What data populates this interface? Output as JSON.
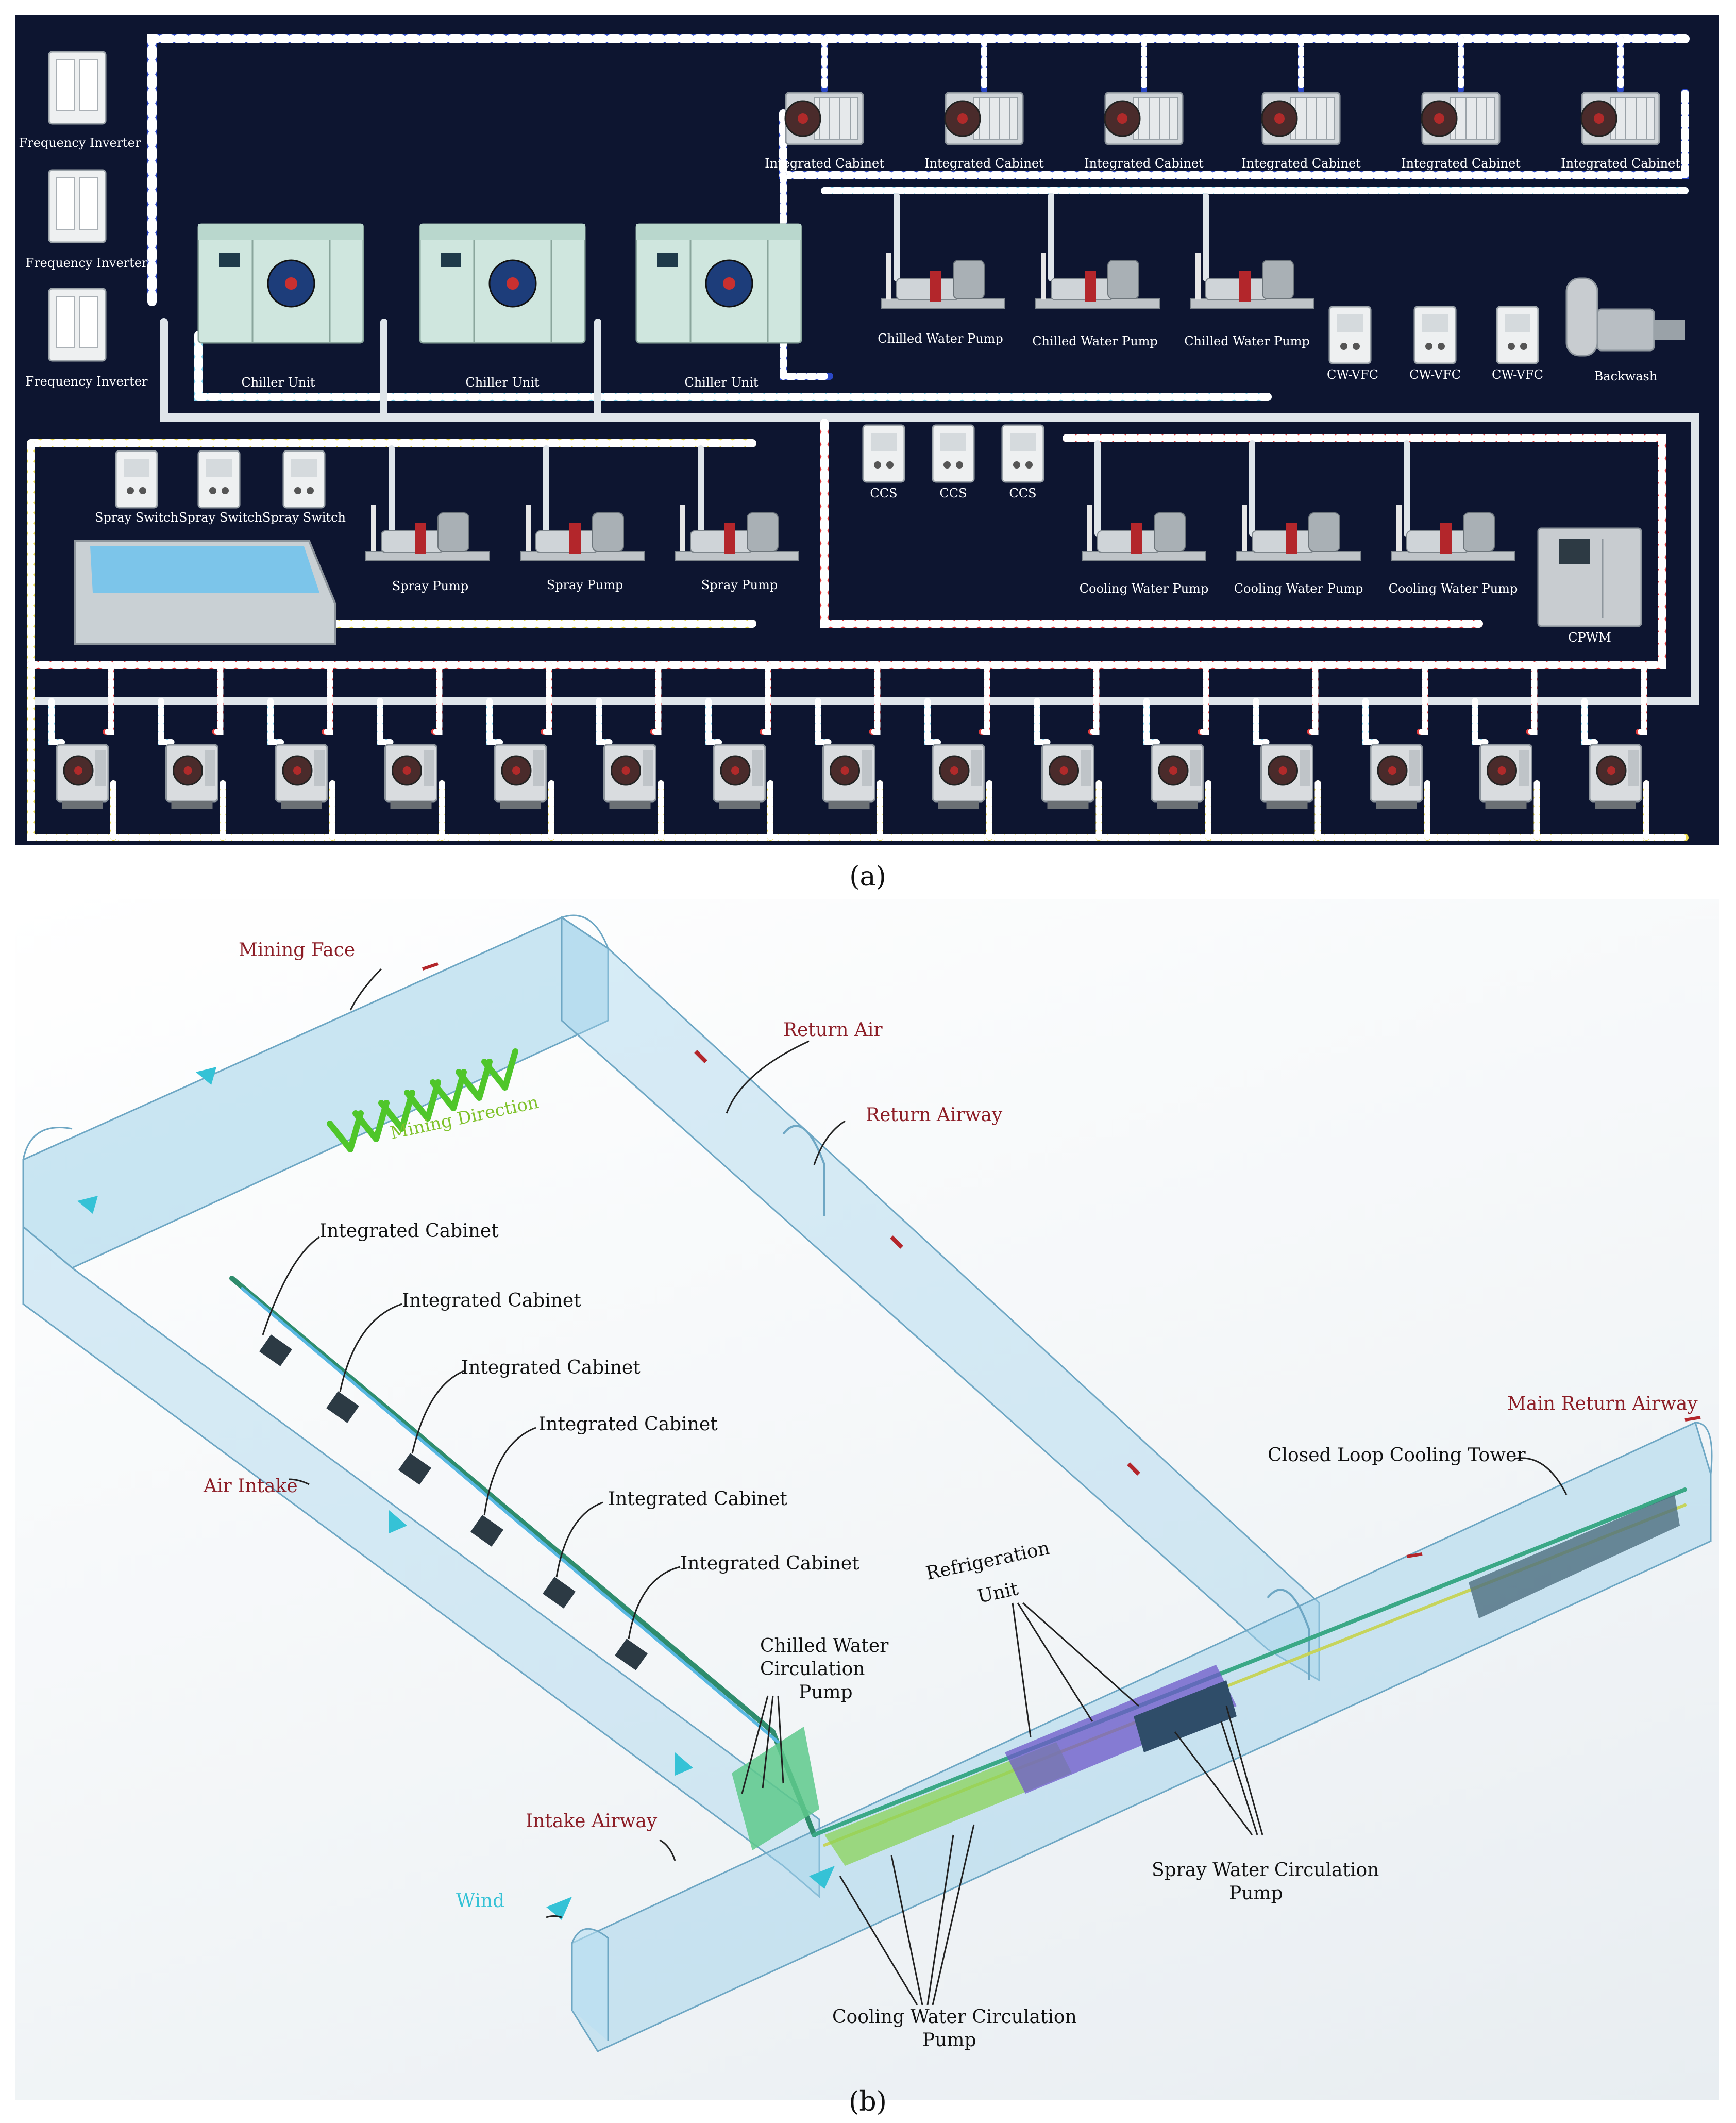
{
  "panel_a": {
    "caption": "(a)",
    "frequency_inverters": [
      "Frequency Inverter",
      "Frequency Inverter",
      "Frequency Inverter"
    ],
    "chillers": [
      "Chiller Unit",
      "Chiller Unit",
      "Chiller Unit"
    ],
    "integrated_cabinets": [
      "Integrated Cabinet",
      "Integrated Cabinet",
      "Integrated Cabinet",
      "Integrated Cabinet",
      "Integrated Cabinet",
      "Integrated Cabinet"
    ],
    "chilled_pumps": [
      "Chilled Water Pump",
      "Chilled Water Pump",
      "Chilled Water Pump"
    ],
    "cw_vfc": [
      "CW-VFC",
      "CW-VFC",
      "CW-VFC"
    ],
    "backwash": "Backwash",
    "spray_switches": [
      "Spray Switch",
      "Spray Switch",
      "Spray Switch"
    ],
    "spray_pumps": [
      "Spray Pump",
      "Spray Pump",
      "Spray Pump"
    ],
    "ccs": [
      "CCS",
      "CCS",
      "CCS"
    ],
    "cooling_pumps": [
      "Cooling Water Pump",
      "Cooling Water Pump",
      "Cooling Water Pump"
    ],
    "cpwm": "CPWM",
    "colors": {
      "background": "#0d1530",
      "chilled_pipe": "#2b48c8",
      "cooling_pipe": "#e43b3b",
      "spray_pipe": "#e9d84a",
      "light_pipe": "#7fd4f0",
      "white_pipe": "#f1f1f1"
    }
  },
  "panel_b": {
    "caption": "(b)",
    "labels_red": {
      "mining_face": "Mining Face",
      "return_air": "Return Air",
      "return_airway": "Return Airway",
      "air_intake": "Air Intake",
      "intake_airway": "Intake Airway",
      "main_return_airway": "Main Return Airway"
    },
    "mining_direction": "Mining Direction",
    "wind": "Wind",
    "integrated_cabinets": [
      "Integrated Cabinet",
      "Integrated Cabinet",
      "Integrated Cabinet",
      "Integrated Cabinet",
      "Integrated Cabinet",
      "Integrated Cabinet"
    ],
    "chilled_pump_lines": [
      "Chilled Water",
      "Circulation",
      "Pump"
    ],
    "refrigeration_lines": [
      "Refrigeration",
      "Unit"
    ],
    "closed_loop": "Closed Loop Cooling Tower",
    "spray_lines": [
      "Spray Water Circulation",
      "Pump"
    ],
    "cooling_lines": [
      "Cooling Water Circulation",
      "Pump"
    ],
    "colors": {
      "tunnel": "#9fd1ea",
      "label_red": "#8c1d26",
      "mining_green": "#4fc62a",
      "wind_cyan": "#35c2d6"
    }
  }
}
